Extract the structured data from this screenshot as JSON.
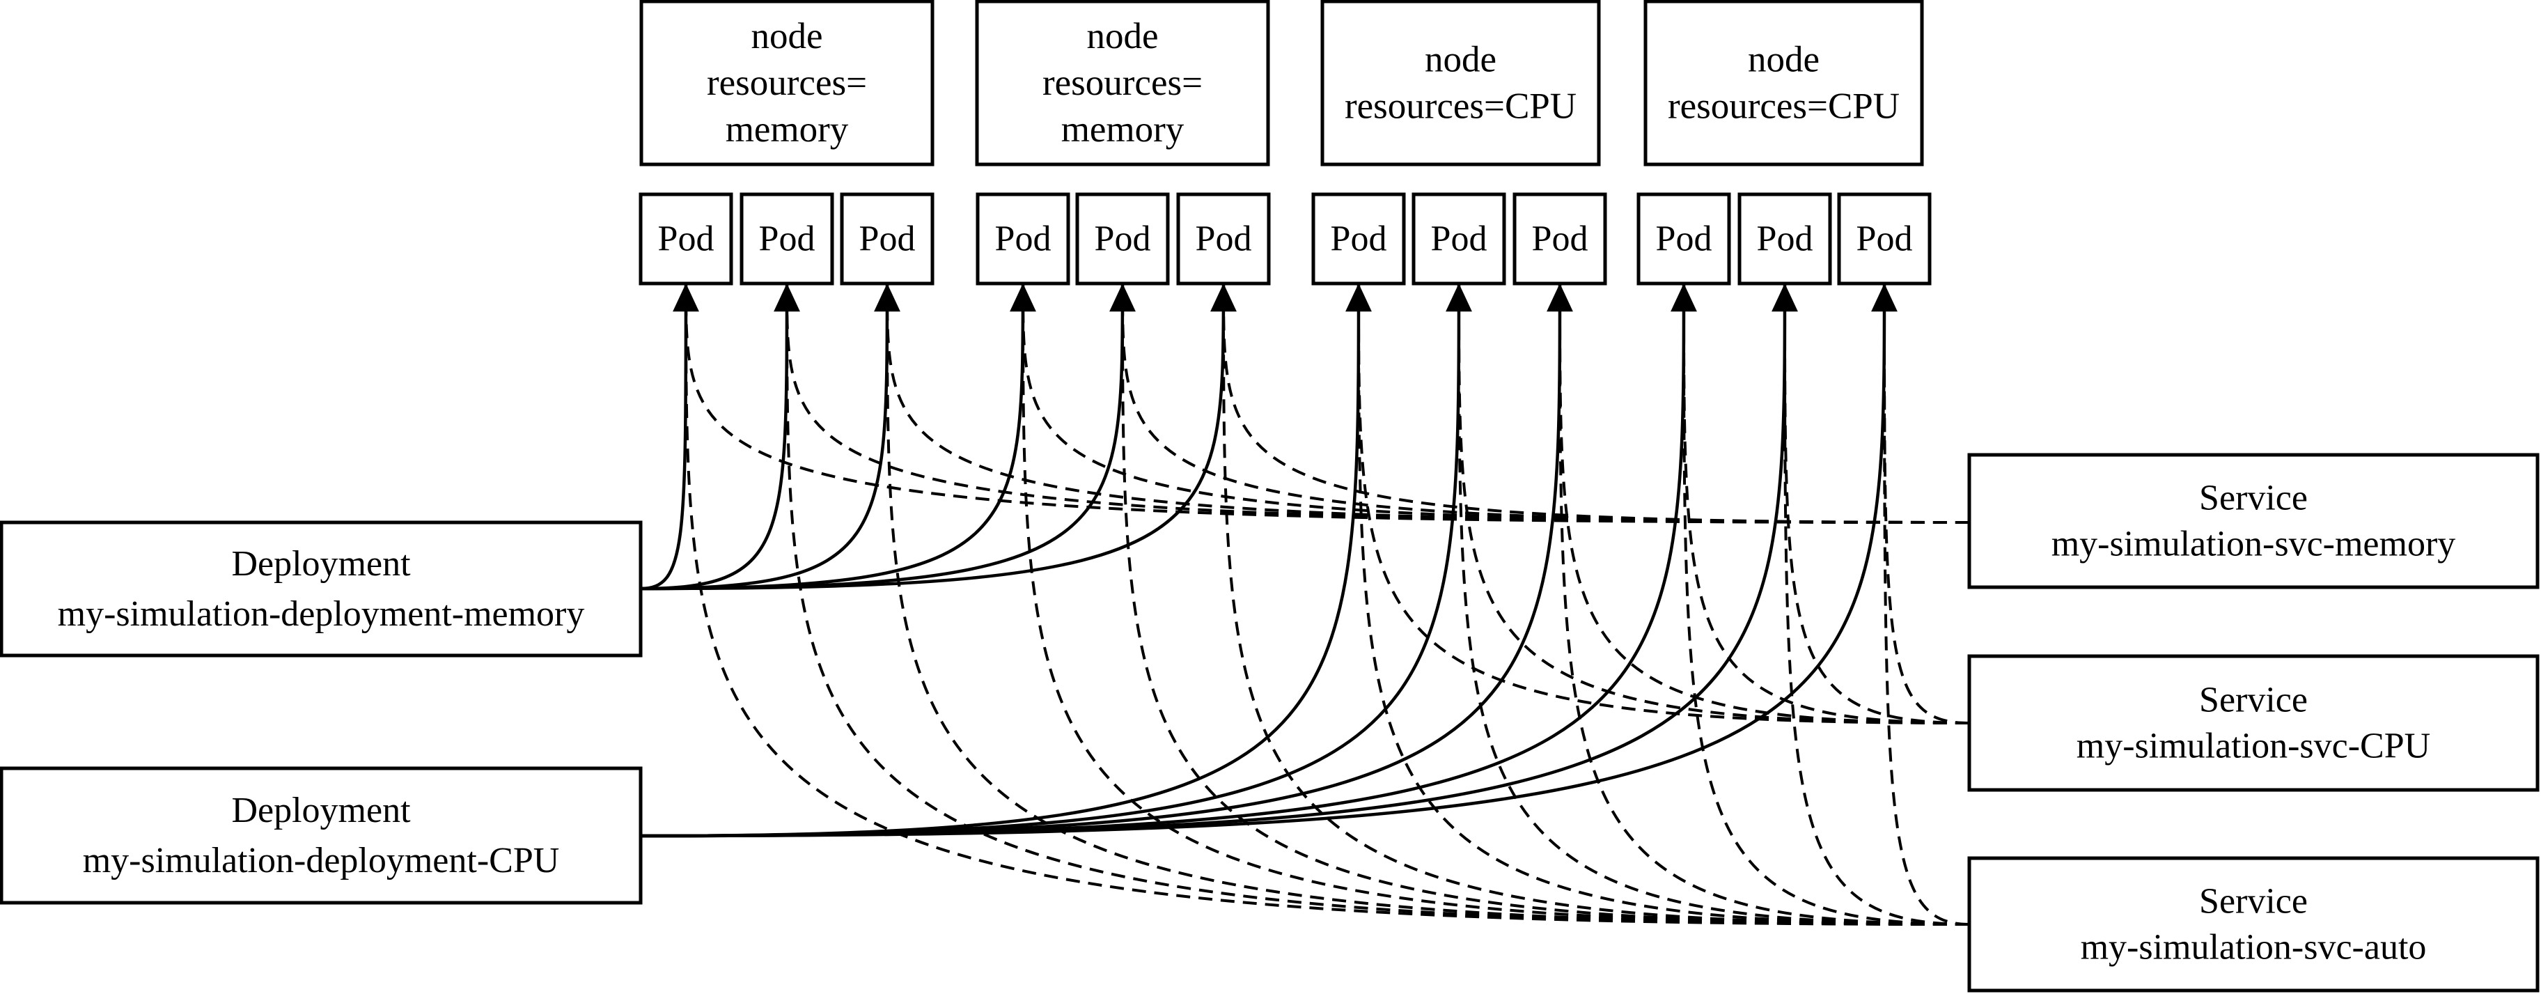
{
  "nodes": [
    {
      "lines": [
        "node",
        "resources=",
        "memory"
      ]
    },
    {
      "lines": [
        "node",
        "resources=",
        "memory"
      ]
    },
    {
      "lines": [
        "node",
        "resources=CPU"
      ]
    },
    {
      "lines": [
        "node",
        "resources=CPU"
      ]
    }
  ],
  "pods": [
    {
      "label": "Pod"
    },
    {
      "label": "Pod"
    },
    {
      "label": "Pod"
    },
    {
      "label": "Pod"
    },
    {
      "label": "Pod"
    },
    {
      "label": "Pod"
    },
    {
      "label": "Pod"
    },
    {
      "label": "Pod"
    },
    {
      "label": "Pod"
    },
    {
      "label": "Pod"
    },
    {
      "label": "Pod"
    },
    {
      "label": "Pod"
    }
  ],
  "deployments": [
    {
      "lines": [
        "Deployment",
        "my-simulation-deployment-memory"
      ]
    },
    {
      "lines": [
        "Deployment",
        "my-simulation-deployment-CPU"
      ]
    }
  ],
  "services": [
    {
      "lines": [
        "Service",
        "my-simulation-svc-memory"
      ]
    },
    {
      "lines": [
        "Service",
        "my-simulation-svc-CPU"
      ]
    },
    {
      "lines": [
        "Service",
        "my-simulation-svc-auto"
      ]
    }
  ],
  "edges": {
    "deployment_to_pods": [
      {
        "deployment": 0,
        "pods": [
          0,
          1,
          2,
          3,
          4,
          5
        ]
      },
      {
        "deployment": 1,
        "pods": [
          6,
          7,
          8,
          9,
          10,
          11
        ]
      }
    ],
    "service_to_pods": [
      {
        "service": 0,
        "pods": [
          0,
          1,
          2,
          3,
          4,
          5
        ]
      },
      {
        "service": 1,
        "pods": [
          6,
          7,
          8,
          9,
          10,
          11
        ]
      },
      {
        "service": 2,
        "pods": [
          0,
          1,
          2,
          3,
          4,
          5,
          6,
          7,
          8,
          9,
          10,
          11
        ]
      }
    ]
  }
}
